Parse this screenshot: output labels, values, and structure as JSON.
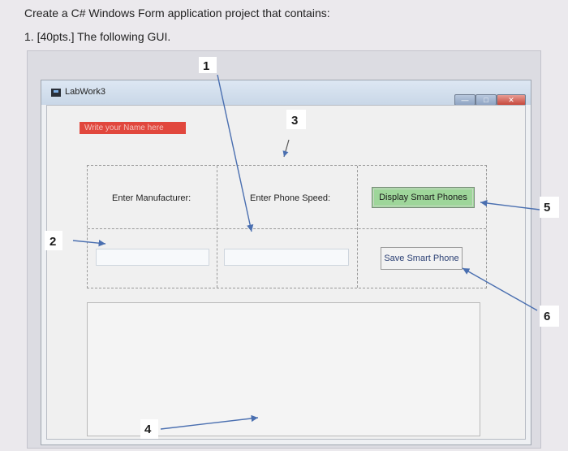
{
  "question": {
    "line1": "Create a C# Windows Form application project that contains:",
    "line2": "1. [40pts.] The following GUI."
  },
  "window": {
    "title": "LabWork3",
    "minimize_glyph": "—",
    "maximize_glyph": "□",
    "close_glyph": "✕"
  },
  "form": {
    "name_label": "Write your Name here",
    "manufacturer_label": "Enter Manufacturer:",
    "speed_label": "Enter Phone Speed:",
    "display_button": "Display Smart Phones",
    "save_button": "Save Smart Phone",
    "manufacturer_value": "",
    "speed_value": "",
    "output_value": ""
  },
  "annotations": {
    "n1": "1",
    "n2": "2",
    "n3": "3",
    "n4": "4",
    "n5": "5",
    "n6": "6"
  },
  "colors": {
    "name_label_bg": "#e1473d",
    "display_button_bg": "#9ed69a",
    "annotation_ink": "#4a6fb0"
  },
  "icons": {
    "app": "application-icon",
    "minimize": "minimize-icon",
    "maximize": "maximize-icon",
    "close": "close-icon"
  }
}
